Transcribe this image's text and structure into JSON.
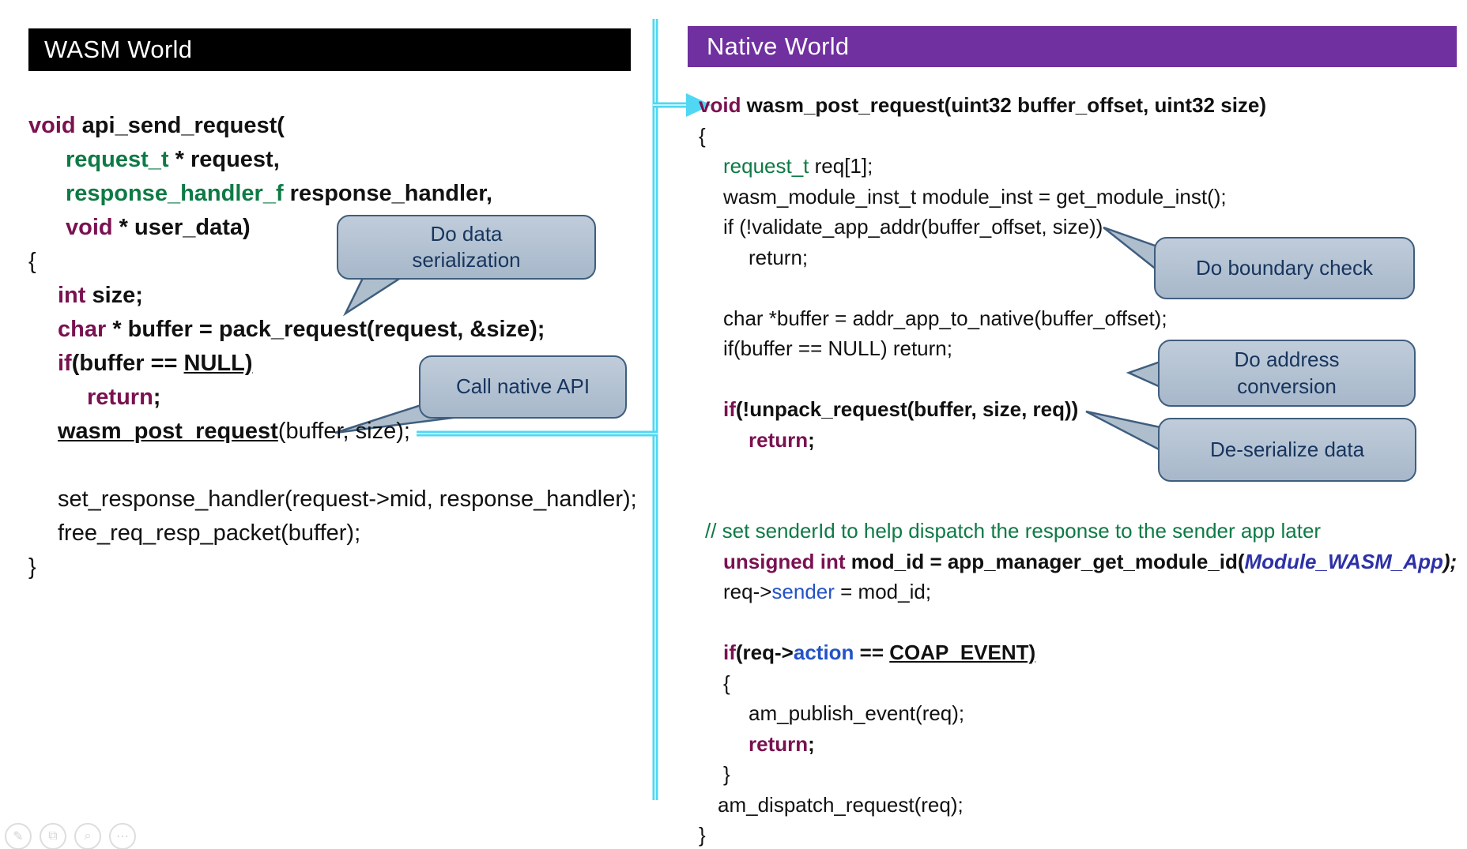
{
  "headers": {
    "wasm": "WASM World",
    "native": "Native World"
  },
  "colors": {
    "wasm_header_bg": "#000000",
    "native_header_bg": "#7030a0",
    "flow_arrow_cyan": "#4fd7f3",
    "callout_fill": "#aebecd",
    "callout_border": "#3f5e7e",
    "callout_text": "#17355e",
    "keyword": "#7a1150",
    "type_green": "#0e7a45",
    "member_blue": "#2353c5",
    "module_blue_italic": "#2d31a8"
  },
  "callouts": [
    {
      "id": "serialization",
      "label": "Do data\nserialization"
    },
    {
      "id": "call-native",
      "label": "Call native API"
    },
    {
      "id": "boundary",
      "label": "Do boundary check"
    },
    {
      "id": "address",
      "label": "Do address\nconversion"
    },
    {
      "id": "deserialize",
      "label": "De-serialize data"
    }
  ],
  "code_left": {
    "lines": [
      {
        "indent": 0,
        "segments": [
          [
            "kw",
            "void"
          ],
          [
            "b",
            " api_send_request("
          ]
        ]
      },
      {
        "indent": 47,
        "segments": [
          [
            "ty",
            "request_t"
          ],
          [
            "b",
            " * request,"
          ]
        ]
      },
      {
        "indent": 47,
        "segments": [
          [
            "ty",
            "response_handler_f"
          ],
          [
            "b",
            " response_handler,"
          ]
        ]
      },
      {
        "indent": 47,
        "segments": [
          [
            "kw",
            "void"
          ],
          [
            "b",
            " * user_data)"
          ]
        ]
      },
      {
        "indent": 0,
        "segments": [
          [
            "n",
            "{"
          ]
        ]
      },
      {
        "indent": 37,
        "segments": [
          [
            "kw",
            "int"
          ],
          [
            "b",
            " size;"
          ]
        ]
      },
      {
        "indent": 37,
        "segments": [
          [
            "kw",
            "char"
          ],
          [
            "b",
            " * buffer = pack_request(request, &size);"
          ]
        ]
      },
      {
        "indent": 37,
        "segments": [
          [
            "kw",
            "if"
          ],
          [
            "b",
            "(buffer == "
          ],
          [
            "ub",
            "NULL)"
          ]
        ]
      },
      {
        "indent": 74,
        "segments": [
          [
            "kw",
            "return"
          ],
          [
            "b",
            ";"
          ]
        ]
      },
      {
        "indent": 37,
        "segments": [
          [
            "ub",
            "wasm_post_request"
          ],
          [
            "n",
            "(buffer, size);"
          ]
        ]
      },
      {
        "indent": 0,
        "segments": []
      },
      {
        "indent": 37,
        "segments": [
          [
            "n",
            "set_response_handler(request->mid, response_handler);"
          ]
        ]
      },
      {
        "indent": 37,
        "segments": [
          [
            "n",
            "free_req_resp_packet(buffer);"
          ]
        ]
      },
      {
        "indent": 0,
        "segments": [
          [
            "n",
            "}"
          ]
        ]
      }
    ]
  },
  "code_right": {
    "lines": [
      {
        "indent": 0,
        "segments": [
          [
            "kw",
            "void"
          ],
          [
            "b",
            " wasm_post_request(uint32 buffer_offset, uint32 size)"
          ]
        ]
      },
      {
        "indent": 0,
        "segments": [
          [
            "n",
            "{"
          ]
        ]
      },
      {
        "indent": 31,
        "segments": [
          [
            "tyn",
            "request_t"
          ],
          [
            "n",
            " req[1];"
          ]
        ]
      },
      {
        "indent": 31,
        "segments": [
          [
            "n",
            "wasm_module_inst_t module_inst = get_module_inst();"
          ]
        ]
      },
      {
        "indent": 31,
        "segments": [
          [
            "n",
            "if (!validate_app_addr(buffer_offset, size))"
          ]
        ]
      },
      {
        "indent": 63,
        "segments": [
          [
            "n",
            "return;"
          ]
        ]
      },
      {
        "indent": 0,
        "segments": []
      },
      {
        "indent": 31,
        "segments": [
          [
            "n",
            "char *buffer = addr_app_to_native(buffer_offset);"
          ]
        ]
      },
      {
        "indent": 31,
        "segments": [
          [
            "n",
            "if(buffer == NULL) return;"
          ]
        ]
      },
      {
        "indent": 0,
        "segments": []
      },
      {
        "indent": 31,
        "segments": [
          [
            "kw",
            "if"
          ],
          [
            "b",
            "(!unpack_request(buffer, size, req))"
          ]
        ]
      },
      {
        "indent": 63,
        "segments": [
          [
            "kw",
            "return"
          ],
          [
            "b",
            ";"
          ]
        ]
      },
      {
        "indent": 0,
        "segments": []
      },
      {
        "indent": 0,
        "segments": []
      },
      {
        "indent": 8,
        "segments": [
          [
            "cm",
            "// set senderId to help dispatch the response to the sender app later"
          ]
        ]
      },
      {
        "indent": 31,
        "segments": [
          [
            "kw",
            "unsigned int"
          ],
          [
            "b",
            " mod_id = app_manager_get_module_id("
          ],
          [
            "mi",
            "Module_WASM_App"
          ],
          [
            "bi",
            ");"
          ]
        ]
      },
      {
        "indent": 31,
        "segments": [
          [
            "n",
            "req->"
          ],
          [
            "mb",
            "sender"
          ],
          [
            "n",
            " = mod_id;"
          ]
        ]
      },
      {
        "indent": 0,
        "segments": []
      },
      {
        "indent": 31,
        "segments": [
          [
            "kw",
            "if"
          ],
          [
            "b",
            "(req->"
          ],
          [
            "mbb",
            "action"
          ],
          [
            "b",
            " == "
          ],
          [
            "ub",
            "COAP_EVENT)"
          ]
        ]
      },
      {
        "indent": 31,
        "segments": [
          [
            "n",
            "{"
          ]
        ]
      },
      {
        "indent": 63,
        "segments": [
          [
            "n",
            "am_publish_event(req);"
          ]
        ]
      },
      {
        "indent": 63,
        "segments": [
          [
            "kw",
            "return"
          ],
          [
            "b",
            ";"
          ]
        ]
      },
      {
        "indent": 31,
        "segments": [
          [
            "n",
            "}"
          ]
        ]
      },
      {
        "indent": 24,
        "segments": [
          [
            "n",
            "am_dispatch_request(req);"
          ]
        ]
      },
      {
        "indent": 0,
        "segments": [
          [
            "n",
            "}"
          ]
        ]
      }
    ]
  },
  "toolbar_icons": [
    {
      "name": "pen-icon",
      "glyph": "✎"
    },
    {
      "name": "duplicate-icon",
      "glyph": "⧉"
    },
    {
      "name": "zoom-icon",
      "glyph": "⌕"
    },
    {
      "name": "more-icon",
      "glyph": "⋯"
    }
  ]
}
